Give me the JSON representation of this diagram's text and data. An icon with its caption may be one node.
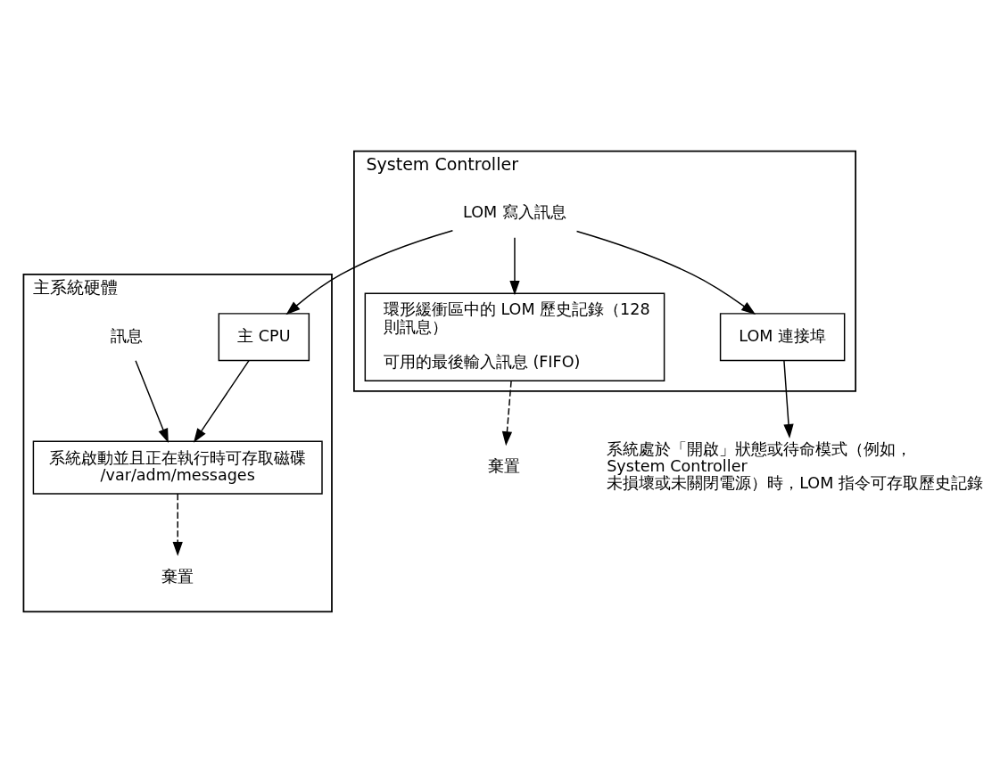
{
  "diagram": {
    "nodes": [
      {
        "text": [
          "主系統硬體"
        ]
      },
      {
        "text": [
          "主 CPU"
        ],
        "in": 0
      },
      {
        "text": [
          "訊息"
        ],
        "in": 0
      },
      {
        "text": [
          "系統啟動並且正在執行時可存取磁碟",
          "/var/adm/messages"
        ],
        "in": 0
      },
      {
        "text": [
          "棄置"
        ],
        "in": 0
      },
      {
        "text": [
          "System Controller"
        ]
      },
      {
        "text": [
          "環形緩衝區中的 LOM 歷史記錄（128 則訊息）",
          "可用的最後輸入訊息 (FIFO)"
        ],
        "in": 5
      },
      {
        "text": [
          "LOM 寫入訊息"
        ],
        "in": 5
      },
      {
        "text": [
          "LOM 連接埠"
        ],
        "in": 5
      },
      {
        "text": [
          "棄置"
        ]
      },
      {
        "text": [
          "系統處於「開啟」狀態或待命模式（例如，System Controller 未損壞或未關閉電源）時，LOM 指令可存取歷史記錄"
        ]
      }
    ],
    "edges": [
      {
        "from": 1,
        "to": 3,
        "arrow": "to"
      },
      {
        "from": 2,
        "to": 3,
        "arrow": "to"
      },
      {
        "from": 3,
        "to": 4,
        "arrow": "to",
        "style": "dashed"
      },
      {
        "from": 7,
        "to": 1,
        "arrow": "to"
      },
      {
        "from": 7,
        "to": 6,
        "arrow": "to"
      },
      {
        "from": 7,
        "to": 8,
        "arrow": "to"
      },
      {
        "from": 6,
        "to": 9,
        "arrow": "to",
        "style": "dashed"
      },
      {
        "from": 8,
        "to": 10,
        "arrow": "to"
      }
    ]
  }
}
